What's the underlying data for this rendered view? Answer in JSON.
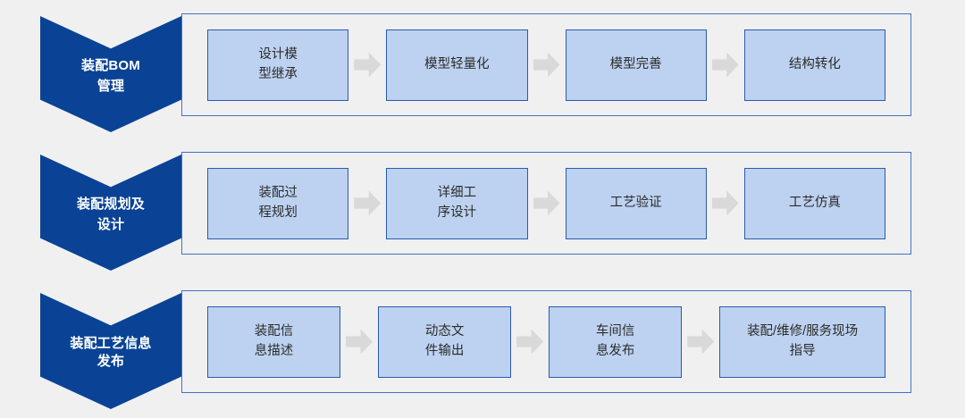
{
  "theme": {
    "page_background": "#f0f0f0",
    "chevron_fill": "#0A4395",
    "chevron_text": "#ffffff",
    "box_fill": "#BDD2F0",
    "box_border": "#2A5AAE",
    "container_border": "#4472C4",
    "arrow_fill": "#D9D9D9",
    "box_text": "#2b2b2b"
  },
  "diagram": {
    "type": "process-flow",
    "orientation": "horizontal-rows",
    "rows": [
      {
        "label": "装配BOM\n管理",
        "label_lines": [
          "装配BOM",
          "管理"
        ],
        "steps": [
          {
            "text": "设计模\n型继承",
            "lines": [
              "设计模",
              "型继承"
            ]
          },
          {
            "text": "模型轻量化",
            "lines": [
              "模型轻量化"
            ]
          },
          {
            "text": "模型完善",
            "lines": [
              "模型完善"
            ]
          },
          {
            "text": "结构转化",
            "lines": [
              "结构转化"
            ]
          }
        ],
        "arrows": [
          "arrow-right-icon",
          "arrow-right-icon",
          "arrow-right-icon"
        ]
      },
      {
        "label": "装配规划及\n设计",
        "label_lines": [
          "装配规划及",
          "设计"
        ],
        "steps": [
          {
            "text": "装配过\n程规划",
            "lines": [
              "装配过",
              "程规划"
            ]
          },
          {
            "text": "详细工\n序设计",
            "lines": [
              "详细工",
              "序设计"
            ]
          },
          {
            "text": "工艺验证",
            "lines": [
              "工艺验证"
            ]
          },
          {
            "text": "工艺仿真",
            "lines": [
              "工艺仿真"
            ]
          }
        ],
        "arrows": [
          "arrow-right-icon",
          "arrow-right-icon",
          "arrow-right-icon"
        ]
      },
      {
        "label": "装配工艺信息\n发布",
        "label_lines": [
          "装配工艺信息",
          "发布"
        ],
        "steps": [
          {
            "text": "装配信\n息描述",
            "lines": [
              "装配信",
              "息描述"
            ]
          },
          {
            "text": "动态文\n件输出",
            "lines": [
              "动态文",
              "件输出"
            ]
          },
          {
            "text": "车间信\n息发布",
            "lines": [
              "车间信",
              "息发布"
            ]
          },
          {
            "text": "装配/维修/服务现场\n指导",
            "lines": [
              "装配/维修/服务现场",
              "指导"
            ]
          }
        ],
        "arrows": [
          "arrow-right-icon",
          "arrow-right-icon",
          "arrow-right-icon"
        ]
      }
    ]
  }
}
